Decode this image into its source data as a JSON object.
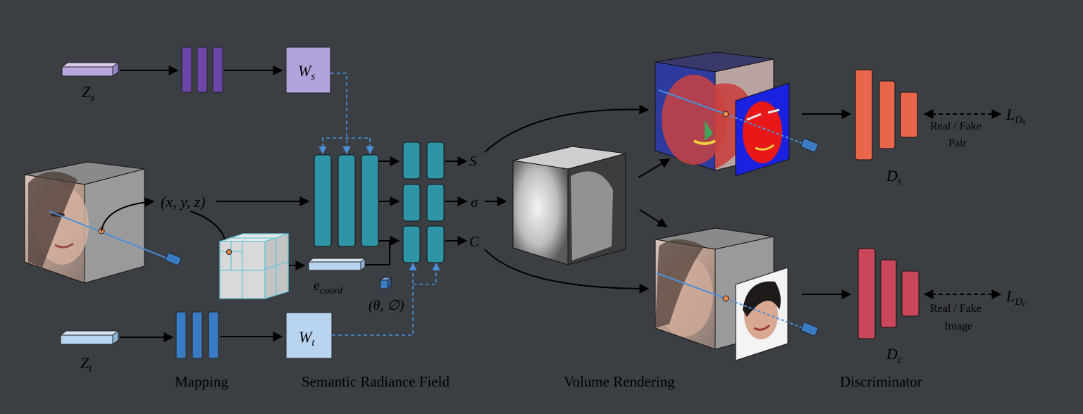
{
  "colors": {
    "background": "#3b3f43",
    "mapping_s": "#6b46a8",
    "mapping_t": "#3a7cc4",
    "radiance_field": "#2f94a6",
    "disc_s": "#e8674c",
    "disc_c": "#c8475a",
    "dashed_arrow": "#4a90d9"
  },
  "latents": {
    "zs": {
      "base": "Z",
      "sub": "s"
    },
    "zt": {
      "base": "Z",
      "sub": "t"
    },
    "ws": {
      "base": "W",
      "sub": "s"
    },
    "wt": {
      "base": "W",
      "sub": "t"
    }
  },
  "inputs": {
    "xyz": "(x, y, z)",
    "coord_base": "e",
    "coord_sub": "coord",
    "view": "(θ, ∅)"
  },
  "outputs": {
    "s": "S",
    "sigma": "σ",
    "c": "C"
  },
  "discriminators": {
    "ds": {
      "base": "D",
      "sub": "s"
    },
    "dc": {
      "base": "D",
      "sub": "c"
    },
    "loss_s": {
      "base": "L",
      "sub": "D",
      "subsub": "s"
    },
    "loss_c": {
      "base": "L",
      "sub": "D",
      "subsub": "c"
    },
    "pair_line1": "Real / Fake",
    "pair_line2": "Pair",
    "image_line1": "Real / Fake",
    "image_line2": "Image"
  },
  "sections": {
    "mapping": "Mapping",
    "radiance": "Semantic Radiance Field",
    "volume": "Volume Rendering",
    "discriminator": "Discriminator"
  }
}
